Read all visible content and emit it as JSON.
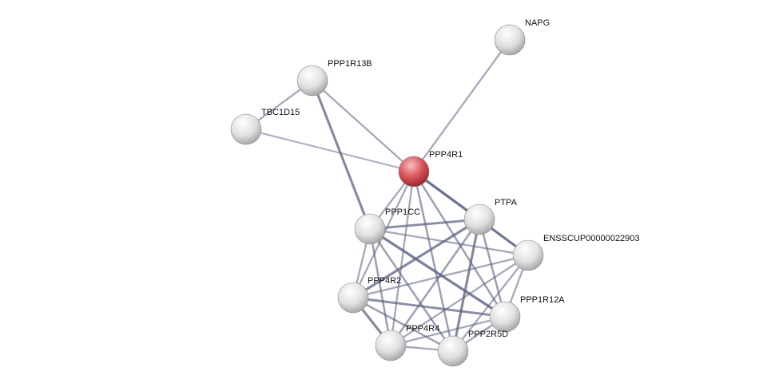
{
  "network": {
    "query_color": "#d9555b",
    "node_color": "#e6e6e6",
    "edge_color": "#5a6080",
    "nodes": [
      {
        "id": "PPP4R1",
        "label": "PPP4R1",
        "query": true
      },
      {
        "id": "NAPG",
        "label": "NAPG"
      },
      {
        "id": "PPP1R13B",
        "label": "PPP1R13B"
      },
      {
        "id": "TBC1D15",
        "label": "TBC1D15"
      },
      {
        "id": "PPP1CC",
        "label": "PPP1CC"
      },
      {
        "id": "PTPA",
        "label": "PTPA"
      },
      {
        "id": "ENSS",
        "label": "ENSSCUP00000022903"
      },
      {
        "id": "PPP4R2",
        "label": "PPP4R2"
      },
      {
        "id": "PPP1R12A",
        "label": "PPP1R12A"
      },
      {
        "id": "PPP4R4",
        "label": "PPP4R4"
      },
      {
        "id": "PPP2R5D",
        "label": "PPP2R5D"
      }
    ],
    "edges": [
      [
        "PPP4R1",
        "NAPG",
        0.4
      ],
      [
        "PPP4R1",
        "PPP1R13B",
        0.4
      ],
      [
        "PPP4R1",
        "TBC1D15",
        0.3
      ],
      [
        "PPP1R13B",
        "TBC1D15",
        0.4
      ],
      [
        "PPP1R13B",
        "PPP1CC",
        0.8
      ],
      [
        "PPP4R1",
        "PPP1CC",
        0.4
      ],
      [
        "PPP4R1",
        "PTPA",
        0.9
      ],
      [
        "PPP4R1",
        "ENSS",
        0.4
      ],
      [
        "PPP4R1",
        "PPP4R2",
        0.4
      ],
      [
        "PPP4R1",
        "PPP1R12A",
        0.5
      ],
      [
        "PPP4R1",
        "PPP4R4",
        0.4
      ],
      [
        "PPP4R1",
        "PPP2R5D",
        0.5
      ],
      [
        "PPP1CC",
        "PTPA",
        0.7
      ],
      [
        "PPP1CC",
        "ENSS",
        0.4
      ],
      [
        "PPP1CC",
        "PPP4R2",
        0.4
      ],
      [
        "PPP1CC",
        "PPP1R12A",
        0.9
      ],
      [
        "PPP1CC",
        "PPP4R4",
        0.5
      ],
      [
        "PPP1CC",
        "PPP2R5D",
        0.5
      ],
      [
        "PTPA",
        "ENSS",
        0.8
      ],
      [
        "PTPA",
        "PPP4R2",
        0.8
      ],
      [
        "PTPA",
        "PPP1R12A",
        0.5
      ],
      [
        "PTPA",
        "PPP4R4",
        0.5
      ],
      [
        "PTPA",
        "PPP2R5D",
        0.8
      ],
      [
        "ENSS",
        "PPP4R2",
        0.4
      ],
      [
        "ENSS",
        "PPP1R12A",
        0.4
      ],
      [
        "ENSS",
        "PPP4R4",
        0.4
      ],
      [
        "ENSS",
        "PPP2R5D",
        0.4
      ],
      [
        "PPP4R2",
        "PPP1R12A",
        0.7
      ],
      [
        "PPP4R2",
        "PPP4R4",
        0.8
      ],
      [
        "PPP4R2",
        "PPP2R5D",
        0.5
      ],
      [
        "PPP1R12A",
        "PPP4R4",
        0.4
      ],
      [
        "PPP1R12A",
        "PPP2R5D",
        0.5
      ],
      [
        "PPP4R4",
        "PPP2R5D",
        0.4
      ]
    ]
  }
}
